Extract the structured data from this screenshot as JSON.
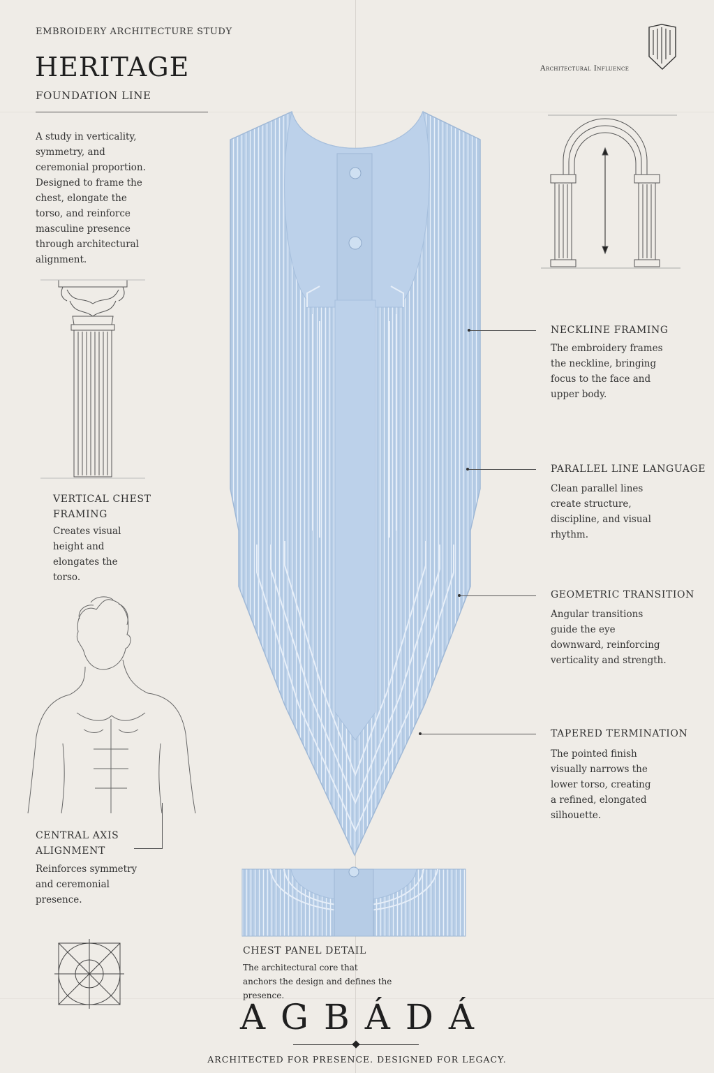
{
  "header": {
    "kicker": "EMBROIDERY ARCHITECTURE STUDY",
    "title": "HERITAGE",
    "subtitle": "FOUNDATION LINE",
    "intro": "A study in verticality, symmetry, and ceremonial proportion. Designed to frame the chest, elongate the torso, and reinforce masculine presence through architectural alignment."
  },
  "influence": {
    "label": "Architectural Influence"
  },
  "left_notes": [
    {
      "title": "VERTICAL CHEST FRAMING",
      "body": "Creates visual height and elongates the torso."
    },
    {
      "title": "CENTRAL AXIS ALIGNMENT",
      "body": "Reinforces symmetry and ceremonial presence."
    }
  ],
  "right_notes": [
    {
      "title": "NECKLINE FRAMING",
      "body": "The embroidery frames the neckline, bringing focus to the face and upper body."
    },
    {
      "title": "PARALLEL LINE LANGUAGE",
      "body": "Clean parallel lines create structure, discipline, and visual rhythm."
    },
    {
      "title": "GEOMETRIC TRANSITION",
      "body": "Angular transitions guide the eye downward, reinforcing verticality and strength."
    },
    {
      "title": "TAPERED TERMINATION",
      "body": "The pointed finish visually narrows the lower torso, creating a refined, elongated silhouette."
    }
  ],
  "detail": {
    "title": "CHEST PANEL DETAIL",
    "body": "The architectural core that anchors the design and defines the presence."
  },
  "brand": {
    "name": "AGBÁDÁ",
    "tagline": "ARCHITECTED FOR PRESENCE. DESIGNED FOR LEGACY."
  },
  "colors": {
    "fabric": "#b9cfe8",
    "fabric_dark": "#9fb8d6",
    "background": "#efece7",
    "ink": "#2b2b2b"
  }
}
